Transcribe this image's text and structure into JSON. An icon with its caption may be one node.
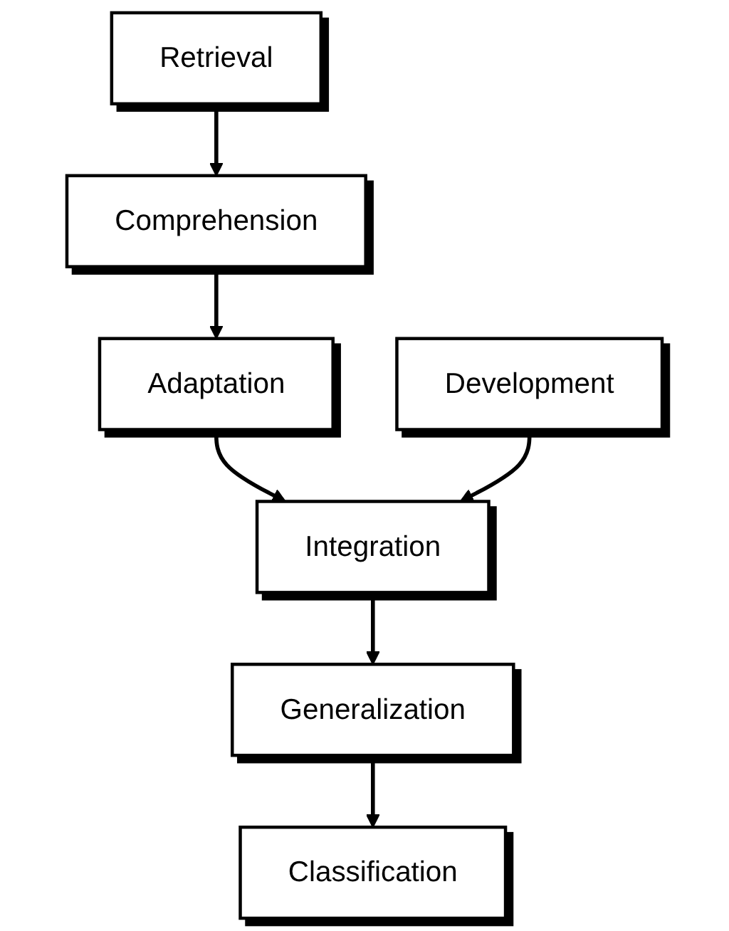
{
  "diagram": {
    "nodes": [
      {
        "text": [
          "Retrieval"
        ]
      },
      {
        "text": [
          "Comprehension"
        ]
      },
      {
        "text": [
          "Adaptation"
        ]
      },
      {
        "text": [
          "Development"
        ]
      },
      {
        "text": [
          "Integration"
        ]
      },
      {
        "text": [
          "Generalization"
        ]
      },
      {
        "text": [
          "Classification"
        ]
      }
    ],
    "edges": [
      {
        "from": 0,
        "to": 1,
        "arrow": "to"
      },
      {
        "from": 1,
        "to": 2,
        "arrow": "to"
      },
      {
        "from": 2,
        "to": 4,
        "arrow": "to"
      },
      {
        "from": 3,
        "to": 4,
        "arrow": "to"
      },
      {
        "from": 4,
        "to": 5,
        "arrow": "to"
      },
      {
        "from": 5,
        "to": 6,
        "arrow": "to"
      }
    ]
  }
}
